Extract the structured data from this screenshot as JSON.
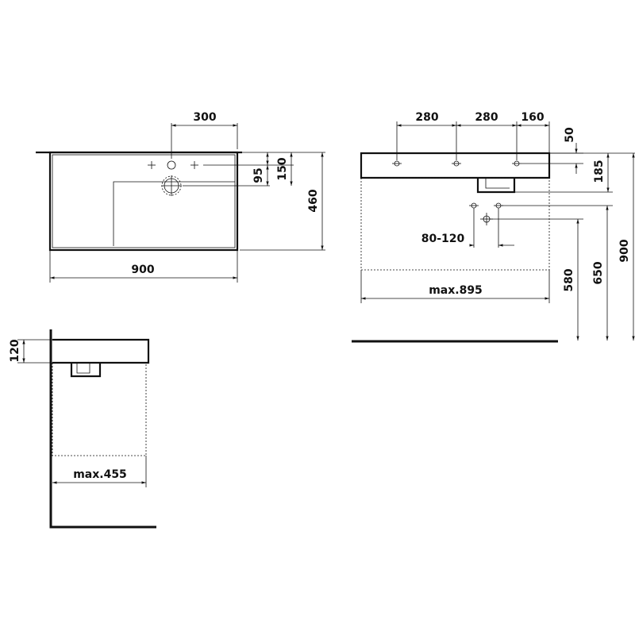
{
  "plan_view": {
    "dims": {
      "tap_offset": "300",
      "tap_depth": "150",
      "overflow_depth": "95",
      "depth": "460",
      "width": "900"
    }
  },
  "front_view": {
    "dims": {
      "hole_spacing_1": "280",
      "hole_spacing_2": "280",
      "hole_edge": "160",
      "hole_height": "50",
      "rim_height": "185",
      "waste_range": "80-120",
      "max_width": "max.895",
      "waste_height_580": "580",
      "waste_height_650": "650",
      "total_height": "900"
    }
  },
  "side_view": {
    "dims": {
      "basin_height": "120",
      "max_depth": "max.455"
    }
  }
}
